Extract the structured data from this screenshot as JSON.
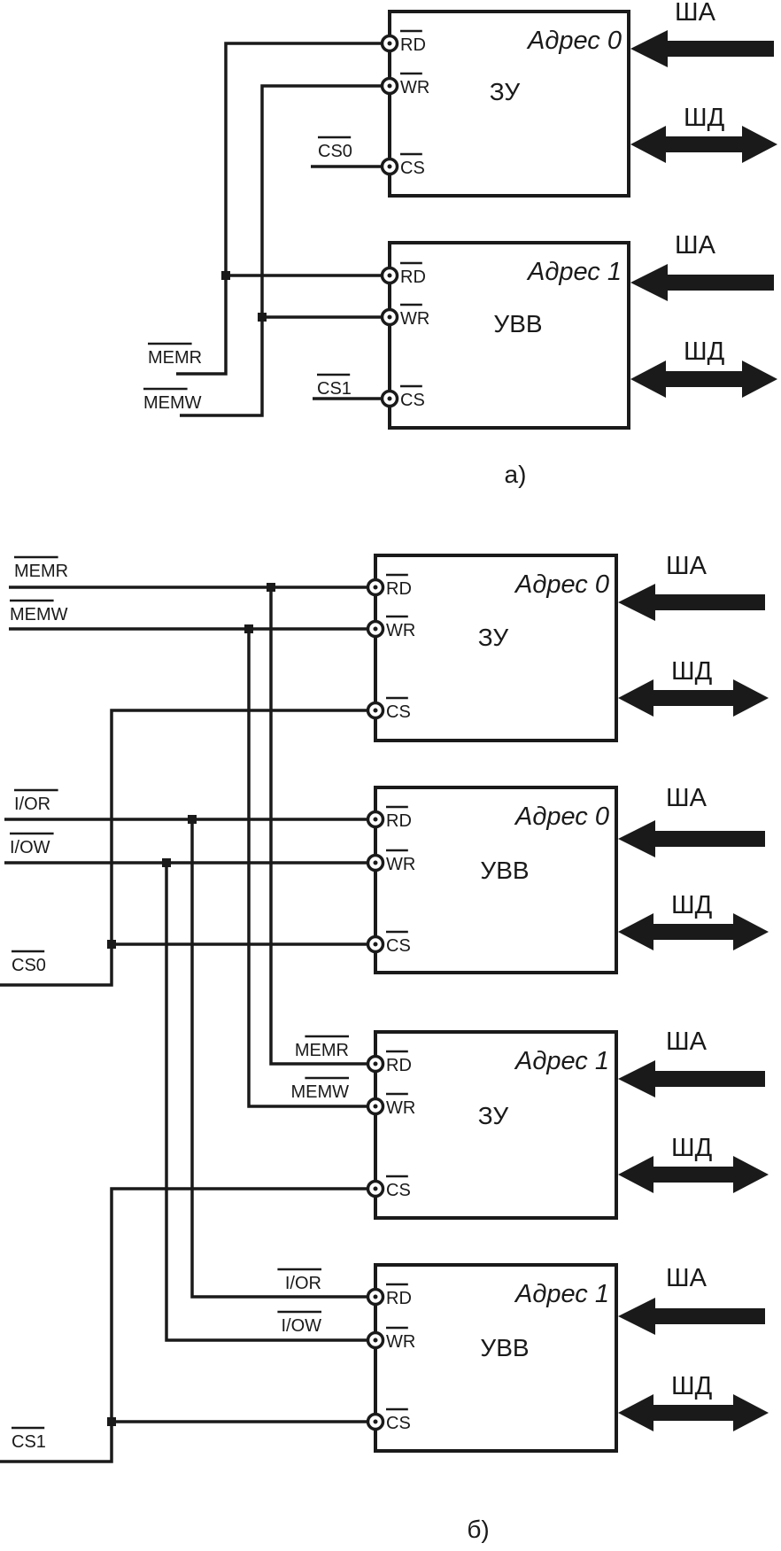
{
  "diagram_a": {
    "caption": "а)",
    "blocks": [
      {
        "name": "ЗУ",
        "address": "Адрес 0",
        "pins": [
          "RD",
          "WR",
          "CS"
        ],
        "bus_address": "ША",
        "bus_data": "ШД"
      },
      {
        "name": "УВВ",
        "address": "Адрес 1",
        "pins": [
          "RD",
          "WR",
          "CS"
        ],
        "bus_address": "ША",
        "bus_data": "ШД"
      }
    ],
    "signals": [
      "CS0",
      "CS1",
      "MEMR",
      "MEMW"
    ]
  },
  "diagram_b": {
    "caption": "б)",
    "blocks": [
      {
        "name": "ЗУ",
        "address": "Адрес 0",
        "pins": [
          "RD",
          "WR",
          "CS"
        ],
        "bus_address": "ША",
        "bus_data": "ШД"
      },
      {
        "name": "УВВ",
        "address": "Адрес 0",
        "pins": [
          "RD",
          "WR",
          "CS"
        ],
        "bus_address": "ША",
        "bus_data": "ШД"
      },
      {
        "name": "ЗУ",
        "address": "Адрес 1",
        "pins": [
          "RD",
          "WR",
          "CS"
        ],
        "bus_address": "ША",
        "bus_data": "ШД"
      },
      {
        "name": "УВВ",
        "address": "Адрес 1",
        "pins": [
          "RD",
          "WR",
          "CS"
        ],
        "bus_address": "ША",
        "bus_data": "ШД"
      }
    ],
    "signals": [
      "MEMR",
      "MEMW",
      "I/OR",
      "I/OW",
      "CS0",
      "CS1",
      "MEMR",
      "MEMW",
      "I/OR",
      "I/OW"
    ]
  }
}
